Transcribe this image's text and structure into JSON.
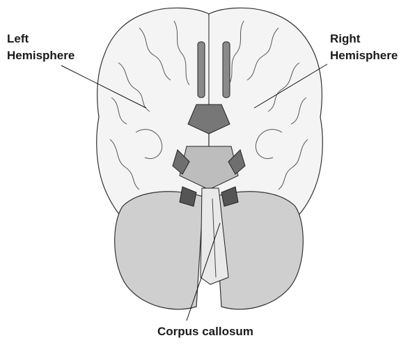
{
  "labels": {
    "left_line1": "Left",
    "left_line2": "Hemisphere",
    "right_line1": "Right",
    "right_line2": "Hemisphere",
    "bottom": "Corpus callosum"
  }
}
